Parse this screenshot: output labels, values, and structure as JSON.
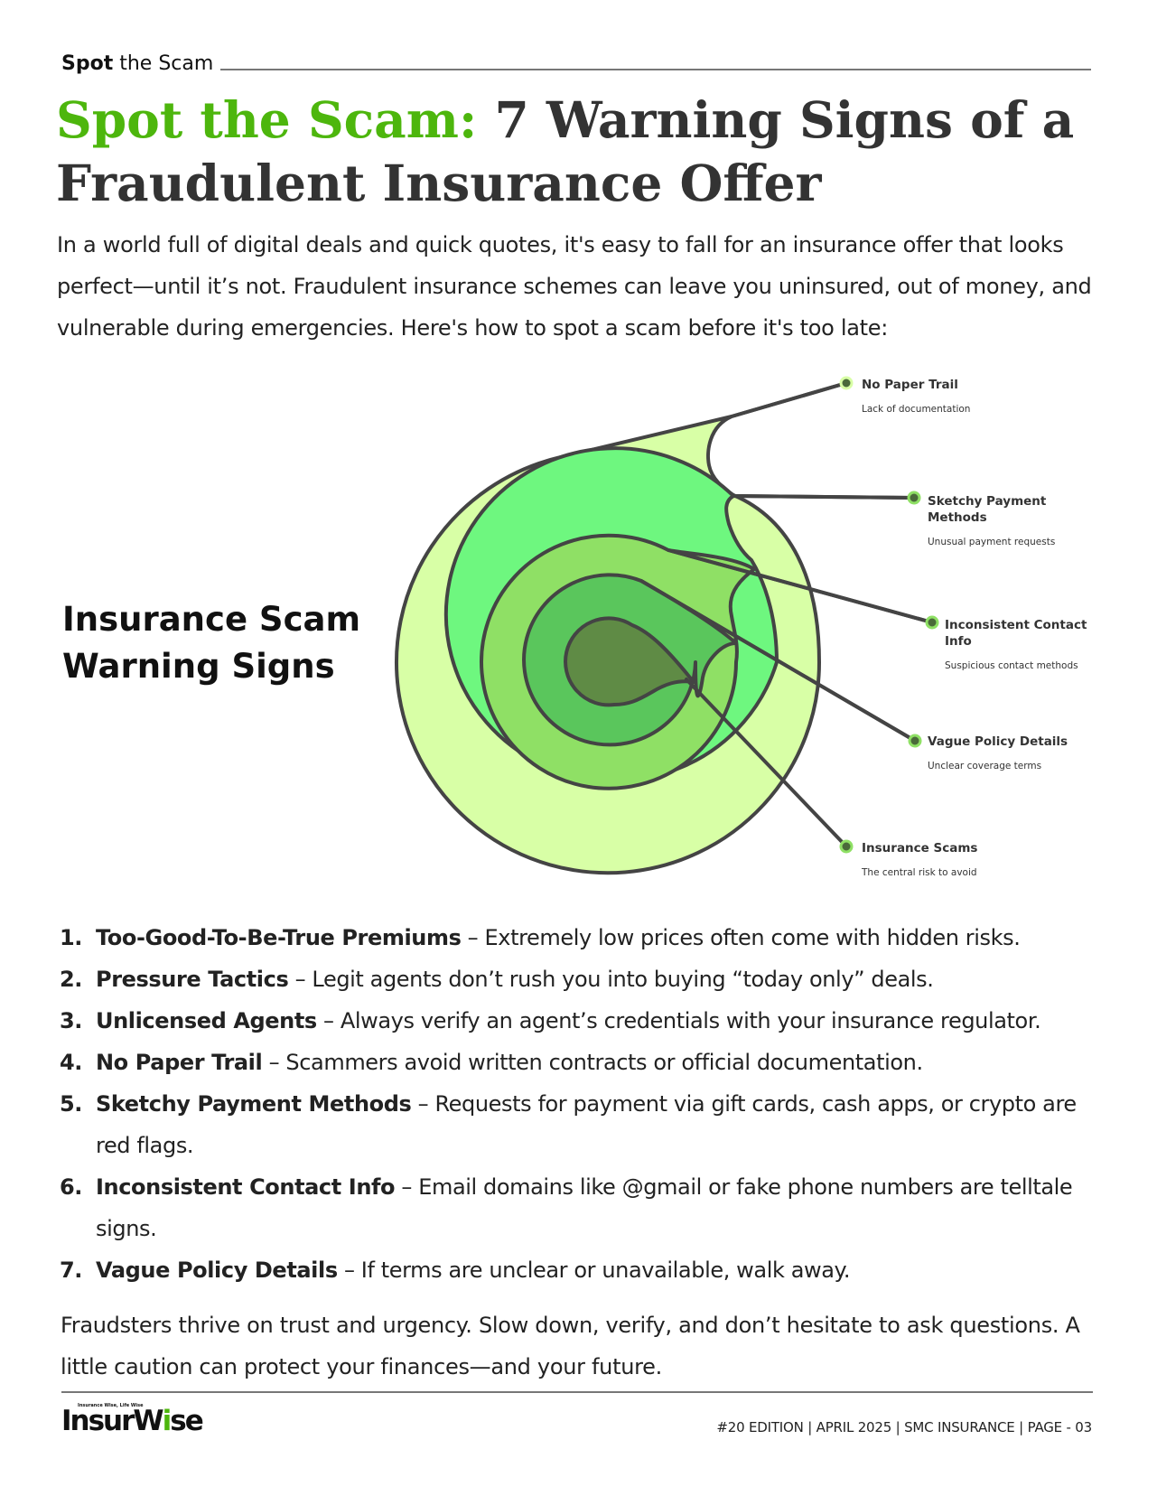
{
  "running_header": {
    "bold": "Spot",
    "rest": " the Scam"
  },
  "title": {
    "accent": "Spot the Scam:",
    "rest": " 7 Warning Signs of a Fraudulent Insurance Offer"
  },
  "intro": "In a world full of digital deals and quick quotes, it's easy to fall for an insurance offer that looks perfect—until it’s not. Fraudulent insurance schemes can leave you uninsured, out of money, and vulnerable during emergencies. Here's how to spot a scam before it's too late:",
  "diagram": {
    "heading_line1": "Insurance Scam",
    "heading_line2": "Warning Signs",
    "colors": {
      "outline": "#444444",
      "layer1": "#d8ffa6",
      "layer2": "#6ef77f",
      "layer3": "#8fe065",
      "layer4": "#5ac65c",
      "core": "#5f8b45"
    },
    "labels": [
      {
        "title": "No Paper Trail",
        "desc": "Lack of documentation"
      },
      {
        "title": "Sketchy Payment",
        "title2": "Methods",
        "desc": "Unusual payment requests"
      },
      {
        "title": "Inconsistent Contact",
        "title2": "Info",
        "desc": "Suspicious contact methods"
      },
      {
        "title": "Vague Policy Details",
        "desc": "Unclear coverage terms"
      },
      {
        "title": "Insurance Scams",
        "desc": "The central risk to avoid"
      }
    ]
  },
  "signs": [
    {
      "num": "1.",
      "term": "Too-Good-To-Be-True Premiums",
      "text": " – Extremely low prices often come with hidden risks."
    },
    {
      "num": "2.",
      "term": "Pressure Tactics",
      "text": " – Legit agents don’t rush you into buying “today only” deals."
    },
    {
      "num": "3.",
      "term": "Unlicensed Agents",
      "text": " – Always verify an agent’s credentials with your insurance regulator."
    },
    {
      "num": "4.",
      "term": "No Paper Trail",
      "text": " – Scammers avoid written contracts or official documentation."
    },
    {
      "num": "5.",
      "term": "Sketchy Payment Methods",
      "text": " – Requests for payment via gift cards, cash apps, or crypto are red flags."
    },
    {
      "num": "6.",
      "term": "Inconsistent Contact Info",
      "text": " – Email domains like @gmail or fake phone numbers are telltale signs."
    },
    {
      "num": "7.",
      "term": "Vague Policy Details",
      "text": " – If terms are unclear or unavailable, walk away."
    }
  ],
  "closing": "Fraudsters thrive on trust and urgency. Slow down, verify, and don’t hesitate to ask questions. A little caution can protect your finances—and your future.",
  "footer": {
    "logo_tagline": "Insurance Wise, Life Wise",
    "logo_part1": "Insur",
    "logo_part2": "W",
    "logo_part3": "i",
    "logo_part4": "se",
    "meta": "#20 EDITION | APRIL 2025 | SMC INSURANCE | PAGE - 03"
  }
}
